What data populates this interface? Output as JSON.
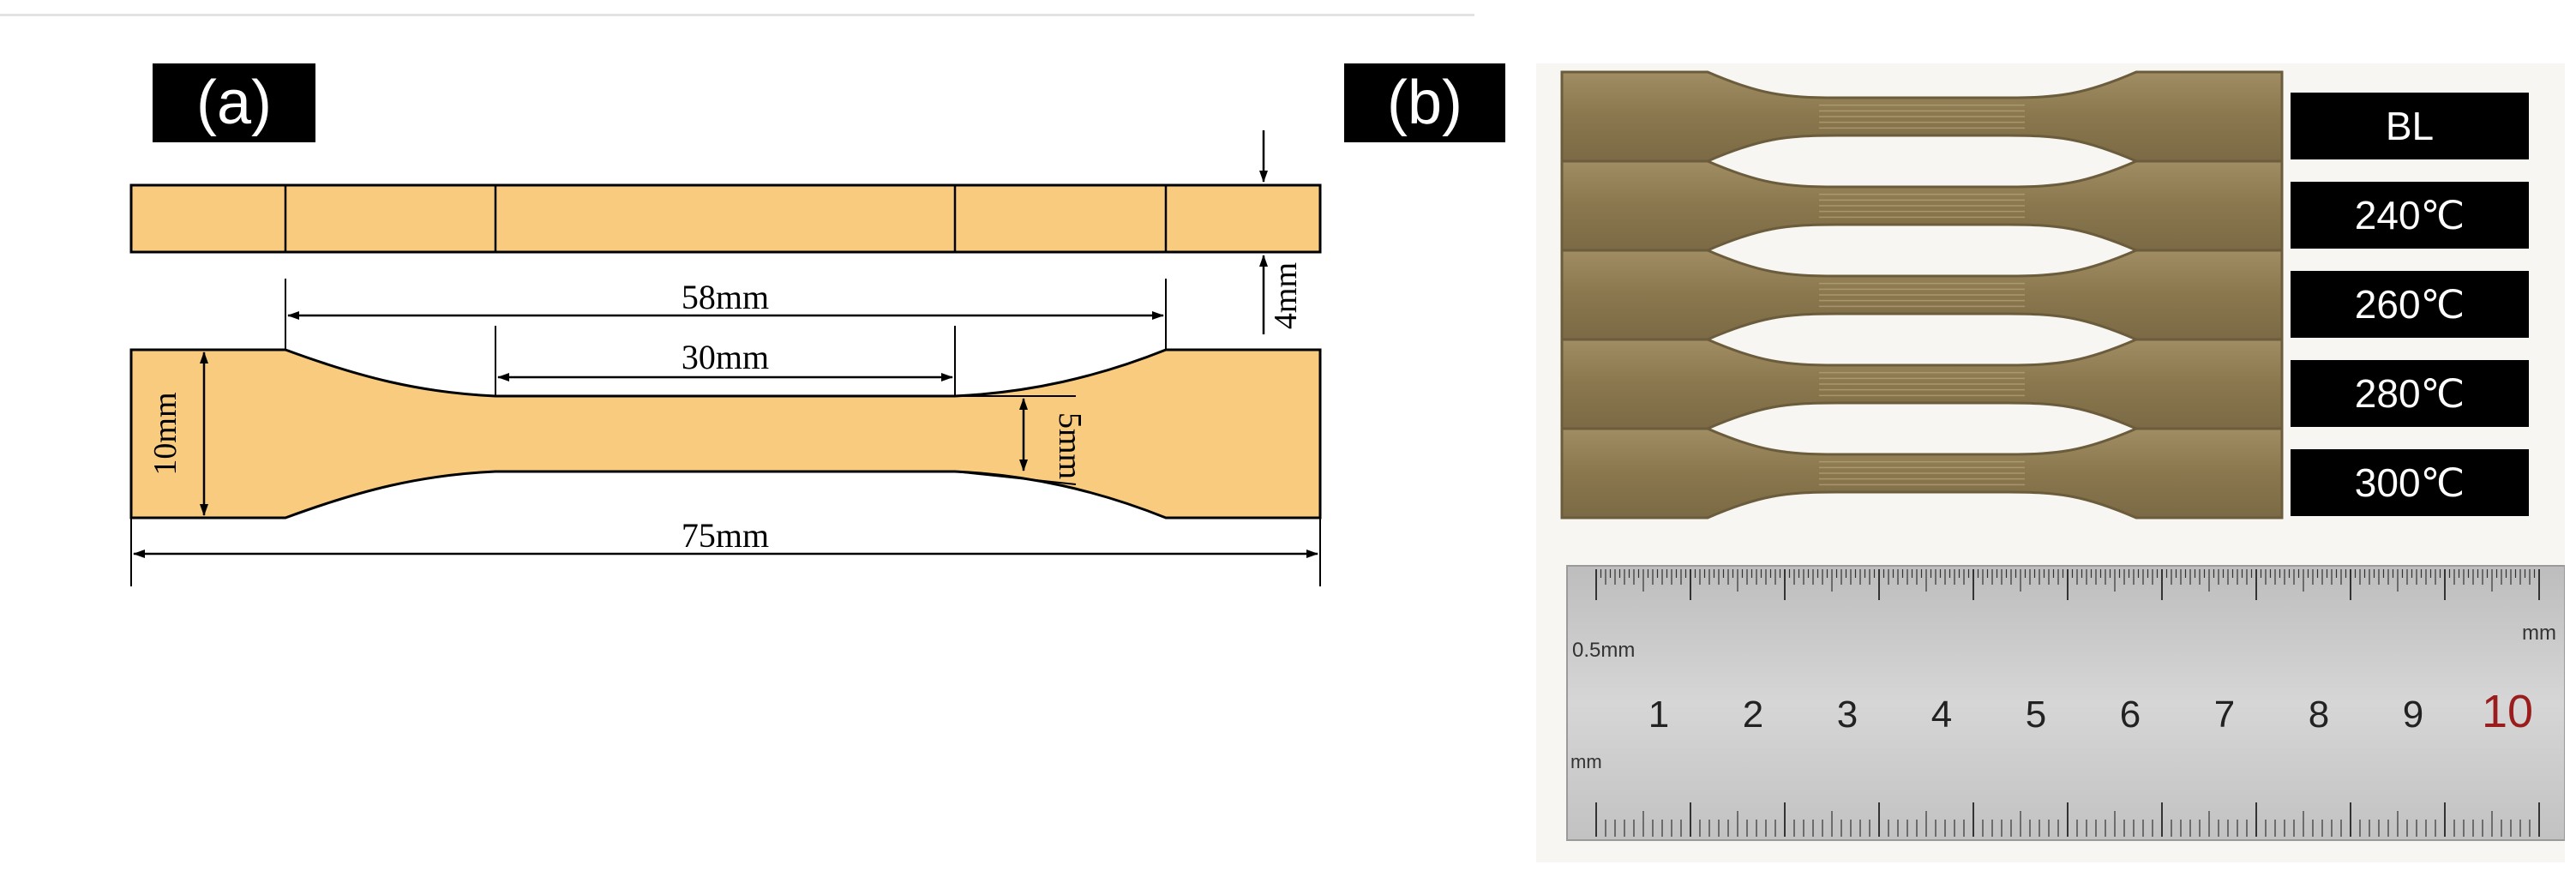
{
  "panel_a": {
    "tag": "(a)",
    "dimensions": {
      "thickness": "4mm",
      "gauge_length_outer": "58mm",
      "gauge_length_inner": "30mm",
      "grip_width": "10mm",
      "neck_width": "5mm",
      "overall_length": "75mm"
    }
  },
  "panel_b": {
    "tag": "(b)",
    "specimen_labels": [
      "BL",
      "240℃",
      "260℃",
      "280℃",
      "300℃"
    ],
    "ruler": {
      "unit_top": "mm",
      "resolution_label": "0.5mm",
      "unit_bottom": "mm",
      "numbers": [
        "1",
        "2",
        "3",
        "4",
        "5",
        "6",
        "7",
        "8",
        "9",
        "10"
      ]
    }
  },
  "colors": {
    "specimen_fill": "#F8CB7E",
    "outline": "#000000",
    "ruler_steel": "#c9c9c9",
    "specimen_print": "#8d7a52",
    "highlight_number": "#9b1c1c"
  }
}
